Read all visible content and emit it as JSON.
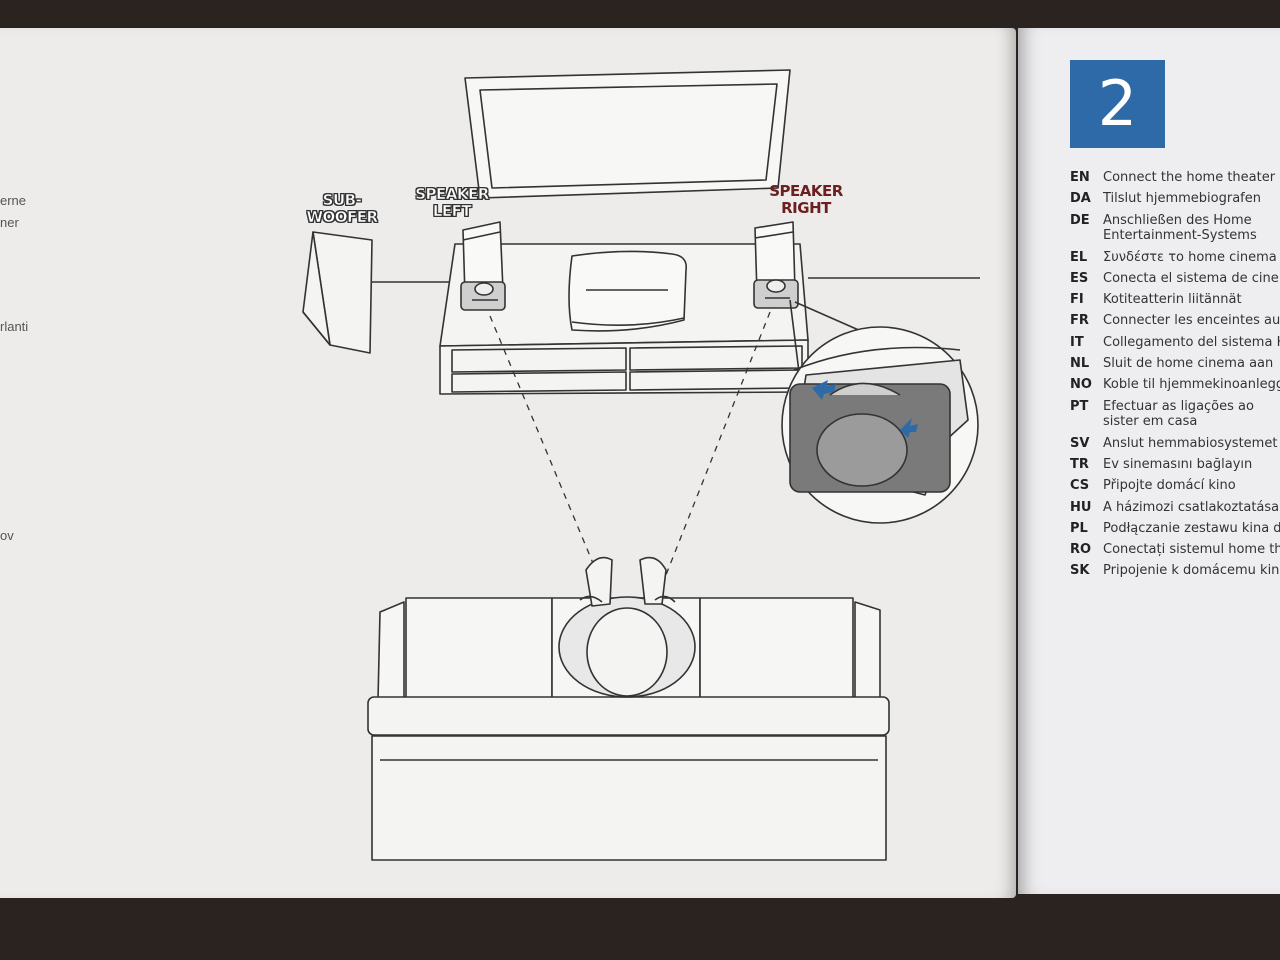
{
  "left_margin_fragments": [
    "erne",
    "ner",
    "rlanti",
    "ov"
  ],
  "diagram": {
    "labels": {
      "subwoofer": "SUB-\nWOOFER",
      "speaker_left": "SPEAKER\nLEFT",
      "speaker_right": "SPEAKER\nRIGHT"
    },
    "colors": {
      "arrow_blue": "#2f6aa8",
      "label_right": "#6b1f1f",
      "step_box": "#2f6aa8"
    }
  },
  "step": {
    "number": "2"
  },
  "languages": [
    {
      "code": "EN",
      "text": "Connect the home theater"
    },
    {
      "code": "DA",
      "text": "Tilslut hjemmebiografen"
    },
    {
      "code": "DE",
      "text": "Anschließen des Home Entertainment-Systems"
    },
    {
      "code": "EL",
      "text": "Συνδέστε το home cinema"
    },
    {
      "code": "ES",
      "text": "Conecta el sistema de cine e"
    },
    {
      "code": "FI",
      "text": "Kotiteatterin liitännät"
    },
    {
      "code": "FR",
      "text": "Connecter les enceintes au H"
    },
    {
      "code": "IT",
      "text": "Collegamento del sistema H"
    },
    {
      "code": "NL",
      "text": "Sluit de home cinema aan"
    },
    {
      "code": "NO",
      "text": "Koble til hjemmekinoanlegge"
    },
    {
      "code": "PT",
      "text": "Efectuar as ligações ao sister em casa"
    },
    {
      "code": "SV",
      "text": "Anslut hemmabiosystemet"
    },
    {
      "code": "TR",
      "text": "Ev sinemasını bağlayın"
    },
    {
      "code": "CS",
      "text": "Připojte domácí kino"
    },
    {
      "code": "HU",
      "text": "A házimozi csatlakoztatása"
    },
    {
      "code": "PL",
      "text": "Podłączanie zestawu kina do"
    },
    {
      "code": "RO",
      "text": "Conectați sistemul home the"
    },
    {
      "code": "SK",
      "text": "Pripojenie k domácemu kinu"
    }
  ]
}
